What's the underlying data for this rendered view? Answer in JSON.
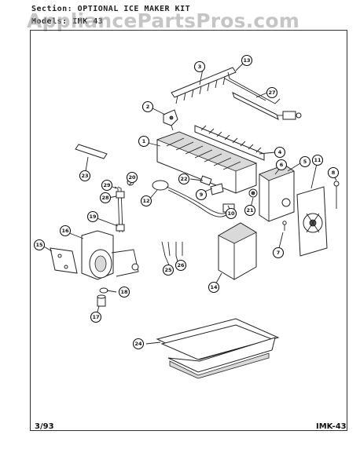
{
  "header": {
    "section_line": "Section: OPTIONAL ICE MAKER KIT",
    "model_line": "Models: IMK 43"
  },
  "watermark": "AppliancePartsPros.com",
  "footer": {
    "date": "3/93",
    "page_code": "IMK-43"
  },
  "callouts": [
    "1",
    "2",
    "3",
    "4",
    "5",
    "6",
    "7",
    "8",
    "9",
    "10",
    "11",
    "12",
    "13",
    "14",
    "15",
    "16",
    "17",
    "18",
    "19",
    "20",
    "21",
    "22",
    "23",
    "24",
    "25",
    "26",
    "27",
    "28",
    "29"
  ]
}
